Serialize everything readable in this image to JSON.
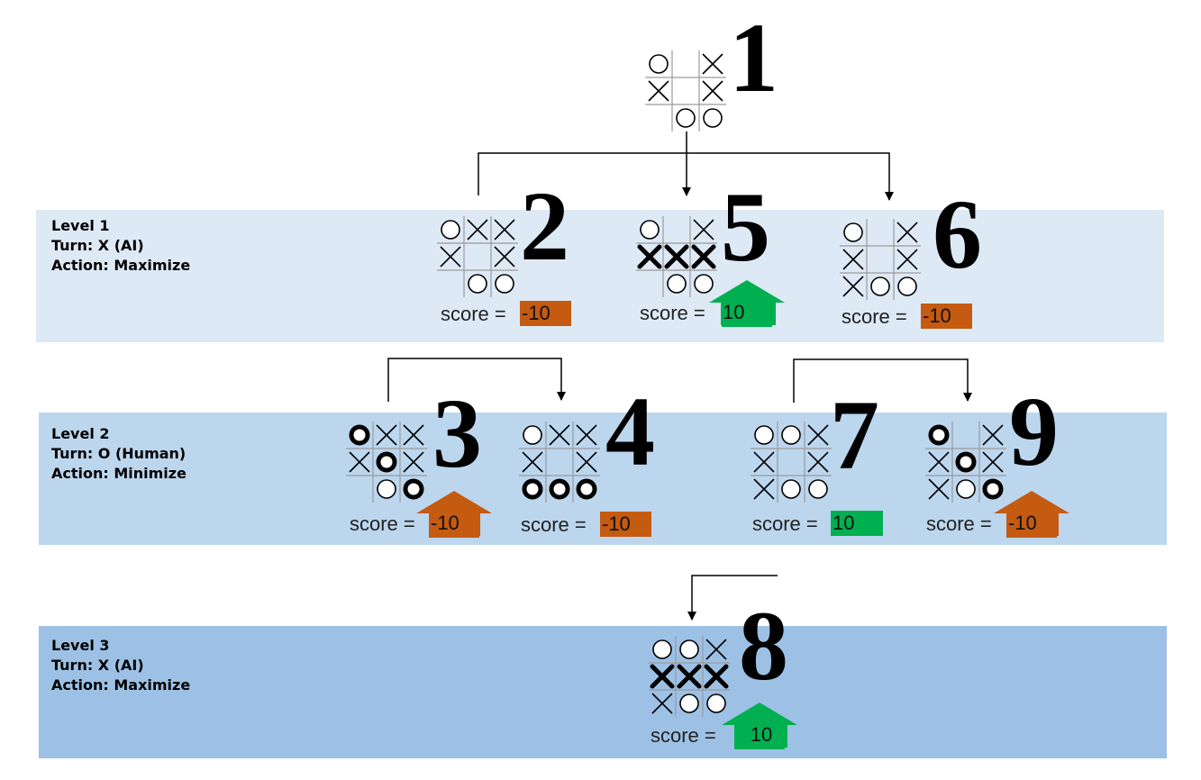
{
  "colors": {
    "neg": "#c55a11",
    "pos": "#00b050",
    "band1": "#dde9f5",
    "band2": "#bcd6ee",
    "band3": "#9dc1e5"
  },
  "levels": [
    {
      "title": "Level 1",
      "turn": "Turn: X (AI)",
      "action": "Action: Maximize"
    },
    {
      "title": "Level 2",
      "turn": "Turn: O (Human)",
      "action": "Action: Minimize"
    },
    {
      "title": "Level 3",
      "turn": "Turn: X (AI)",
      "action": "Action: Maximize"
    }
  ],
  "score_label": "score =",
  "nodes": [
    {
      "id": "1",
      "board": "O X;X X; OO",
      "bold": "",
      "score": null,
      "arrow": false
    },
    {
      "id": "2",
      "board": "OXX;X X; OO",
      "bold": "",
      "score": "-10",
      "color": "neg",
      "arrow": false
    },
    {
      "id": "5",
      "board": "O X;XXX; OO",
      "bold": "3,4,5",
      "score": "10",
      "color": "pos",
      "arrow": true
    },
    {
      "id": "6",
      "board": "O X;X X;XOO",
      "bold": "",
      "score": "-10",
      "color": "neg",
      "arrow": false
    },
    {
      "id": "3",
      "board": "OXX;XOX; OO",
      "bold": "0,4,8",
      "score": "-10",
      "color": "neg",
      "arrow": true
    },
    {
      "id": "4",
      "board": "OXX;X X;OOO",
      "bold": "6,7,8",
      "score": "-10",
      "color": "neg",
      "arrow": false
    },
    {
      "id": "7",
      "board": "OOX;X X;XOO",
      "bold": "",
      "score": "10",
      "color": "pos",
      "arrow": false
    },
    {
      "id": "9",
      "board": "O X;XOX;XOO",
      "bold": "0,4,8",
      "score": "-10",
      "color": "neg",
      "arrow": true
    },
    {
      "id": "8",
      "board": "OOX;XXX;XOO",
      "bold": "3,4,5",
      "score": "10",
      "color": "pos",
      "arrow": true
    }
  ]
}
